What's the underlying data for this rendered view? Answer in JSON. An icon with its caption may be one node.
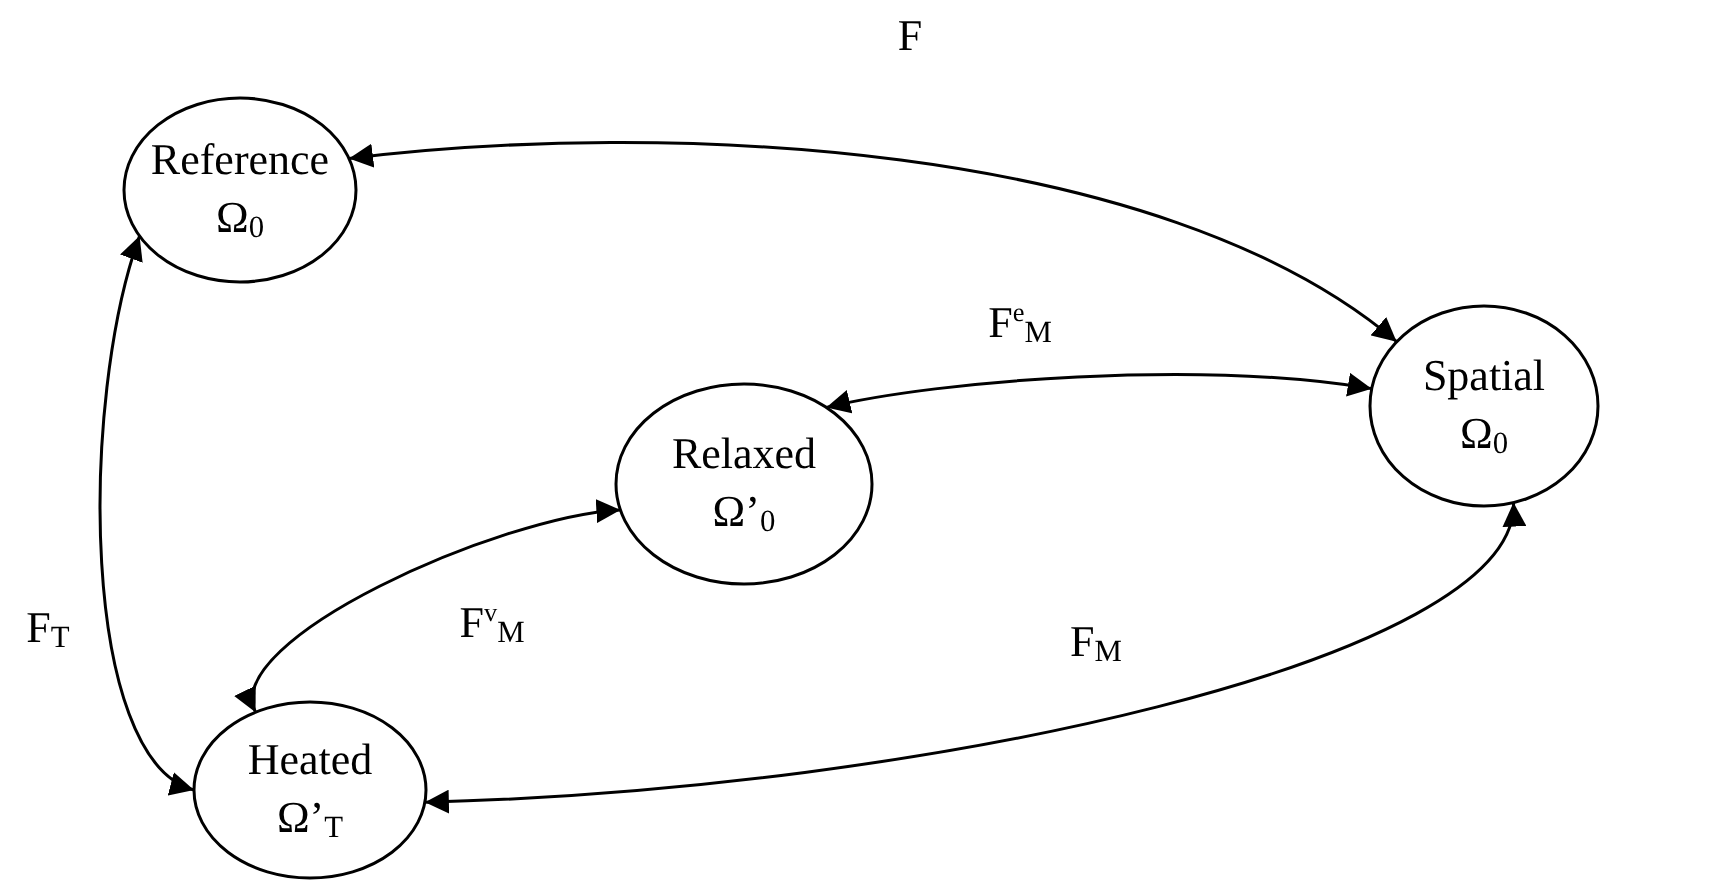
{
  "diagram": {
    "nodes": [
      {
        "text": [
          "Reference",
          "Ω$_{0}$"
        ]
      },
      {
        "text": [
          "Spatial",
          "Ω$_{0}$"
        ]
      },
      {
        "text": [
          "Relaxed",
          "Ω’$_{0}$"
        ]
      },
      {
        "text": [
          "Heated",
          "Ω’$_{T}$"
        ]
      }
    ],
    "edges": [
      {
        "from": 0,
        "to": 1,
        "arrow": "both",
        "label": "F"
      },
      {
        "from": 2,
        "to": 1,
        "arrow": "both",
        "label": "F$^{e}$$_{M}$"
      },
      {
        "from": 3,
        "to": 2,
        "arrow": "both",
        "label": "F$^{v}$$_{M}$"
      },
      {
        "from": 0,
        "to": 3,
        "arrow": "both",
        "label": "F$_{T}$"
      },
      {
        "from": 3,
        "to": 1,
        "arrow": "both",
        "label": "F$_{M}$"
      }
    ]
  }
}
